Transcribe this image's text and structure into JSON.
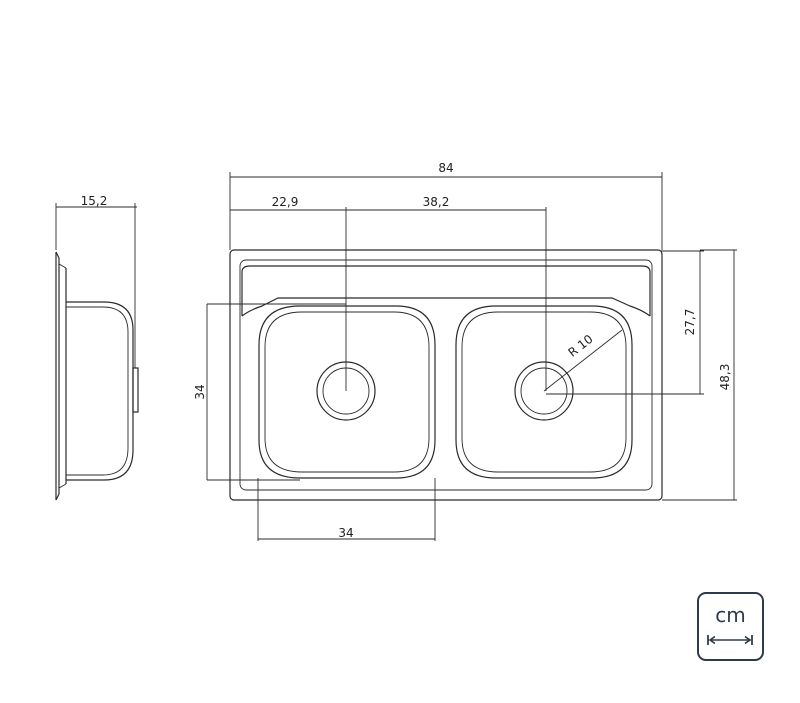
{
  "dimensions": {
    "overall_width": "84",
    "left_offset": "22,9",
    "drain_spacing": "38,2",
    "side_depth": "15,2",
    "bowl_height": "34",
    "bowl_width": "34",
    "drain_from_top": "27,7",
    "overall_depth": "48,3",
    "radius": "R 10"
  },
  "unit_badge": {
    "label": "cm",
    "icon": "double-arrow-icon",
    "color": "#2f3a4a"
  }
}
